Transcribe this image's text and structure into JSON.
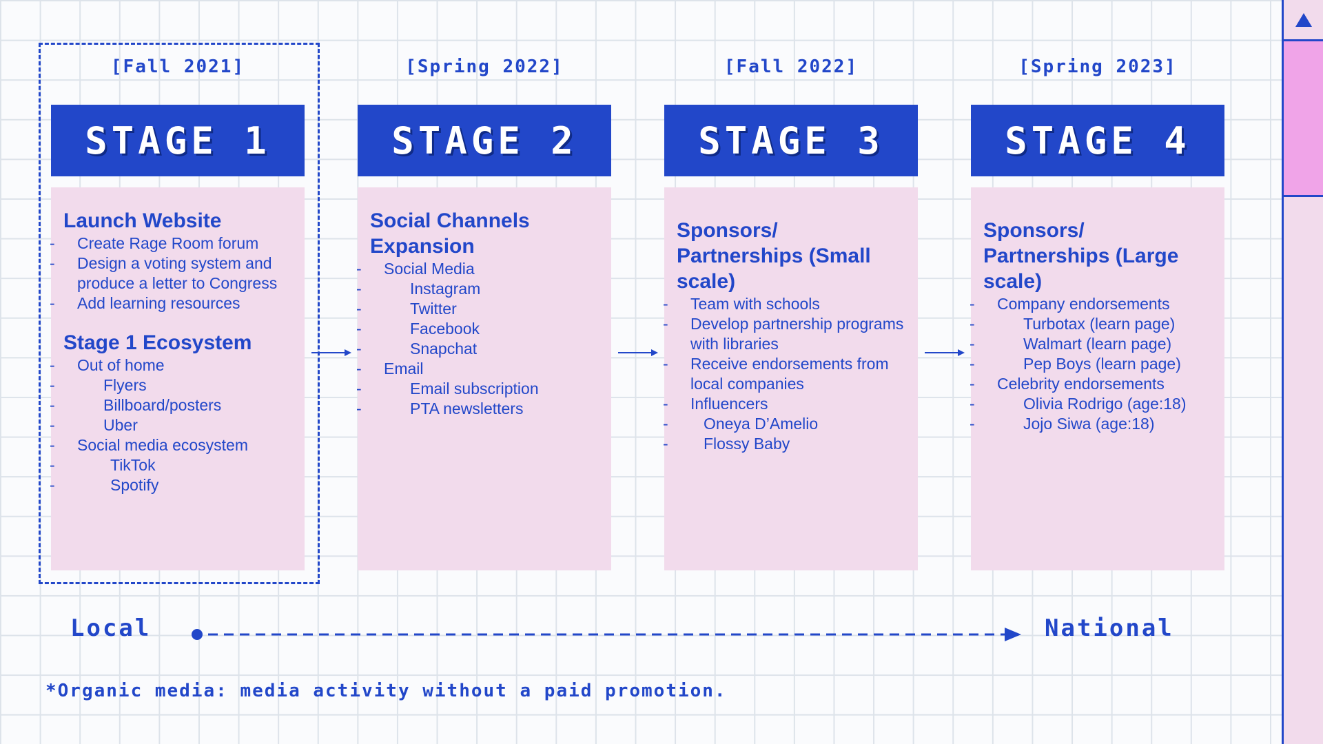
{
  "stages": [
    {
      "period": "[Fall 2021]",
      "label": "STAGE 1",
      "sections": [
        {
          "title": "Launch Website",
          "items": [
            {
              "text": "Create Rage Room forum",
              "level": 1
            },
            {
              "text": "Design a voting system and produce a letter to Congress",
              "level": 1
            },
            {
              "text": "Add learning resources",
              "level": 1
            }
          ]
        },
        {
          "title": "Stage 1 Ecosystem",
          "items": [
            {
              "text": "Out of home",
              "level": 1
            },
            {
              "text": "Flyers",
              "level": 2
            },
            {
              "text": "Billboard/posters",
              "level": 2
            },
            {
              "text": "Uber",
              "level": 2
            },
            {
              "text": "Social media ecosystem",
              "level": 1
            },
            {
              "text": "TikTok",
              "level": 2
            },
            {
              "text": "Spotify",
              "level": 2
            }
          ]
        }
      ]
    },
    {
      "period": "[Spring 2022]",
      "label": "STAGE 2",
      "sections": [
        {
          "title": "Social Channels Expansion",
          "items": [
            {
              "text": "Social Media",
              "level": 1
            },
            {
              "text": "Instagram",
              "level": 2
            },
            {
              "text": "Twitter",
              "level": 2
            },
            {
              "text": "Facebook",
              "level": 2
            },
            {
              "text": "Snapchat",
              "level": 2
            },
            {
              "text": "Email",
              "level": 1
            },
            {
              "text": "Email subscription",
              "level": 2
            },
            {
              "text": "PTA newsletters",
              "level": 2
            }
          ]
        }
      ]
    },
    {
      "period": "[Fall 2022]",
      "label": "STAGE 3",
      "sections": [
        {
          "title": "Sponsors/ Partnerships (Small scale)",
          "items": [
            {
              "text": "Team with schools",
              "level": 1
            },
            {
              "text": "Develop partnership programs with libraries",
              "level": 1
            },
            {
              "text": "Receive endorsements from local companies",
              "level": 1
            },
            {
              "text": "Influencers",
              "level": 1
            },
            {
              "text": "Oneya D’Amelio",
              "level": 1.5
            },
            {
              "text": "Flossy Baby",
              "level": 1.5
            }
          ]
        }
      ]
    },
    {
      "period": "[Spring 2023]",
      "label": "STAGE 4",
      "sections": [
        {
          "title": "Sponsors/ Partnerships (Large scale)",
          "items": [
            {
              "text": "Company endorsements",
              "level": 1
            },
            {
              "text": "Turbotax (learn page)",
              "level": 2
            },
            {
              "text": "Walmart (learn page)",
              "level": 2
            },
            {
              "text": "Pep Boys (learn page)",
              "level": 2
            },
            {
              "text": "Celebrity endorsements",
              "level": 1
            },
            {
              "text": "Olivia Rodrigo (age:18)",
              "level": 2
            },
            {
              "text": "Jojo Siwa (age:18)",
              "level": 2
            }
          ]
        }
      ]
    }
  ],
  "scale": {
    "start": "Local",
    "end": "National"
  },
  "footnote": "*Organic media: media activity without a paid promotion.",
  "colors": {
    "accent": "#2247c9",
    "card": "#f2dbec",
    "scroll_thumb": "#f0a4e8"
  },
  "icons": {
    "scroll_up": "triangle-up-icon"
  }
}
